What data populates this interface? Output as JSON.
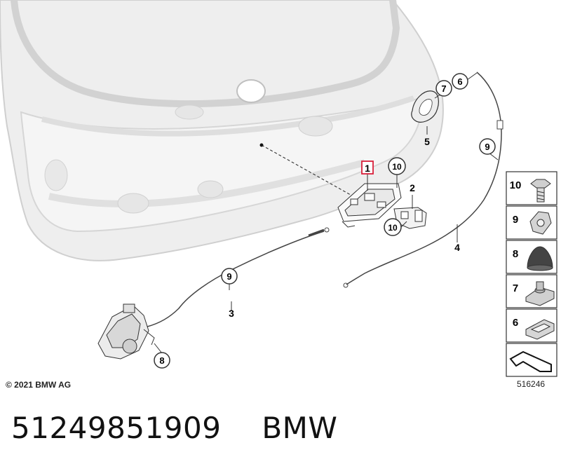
{
  "callouts": {
    "c1": "1",
    "c2": "2",
    "c3": "3",
    "c4": "4",
    "c5": "5",
    "c6": "6",
    "c7": "7",
    "c8": "8",
    "c9a": "9",
    "c9b": "9",
    "c10a": "10",
    "c10b": "10"
  },
  "legend": {
    "items": [
      "10",
      "9",
      "8",
      "7",
      "6"
    ]
  },
  "copyright": "© 2021 BMW AG",
  "diagram_id": "516246",
  "footer": {
    "part_number": "51249851909",
    "brand": "BMW"
  },
  "colors": {
    "highlight": "#d9203a",
    "line": "#333333",
    "body_fill": "#f2f2f2",
    "body_stroke": "#c8c8c8"
  }
}
